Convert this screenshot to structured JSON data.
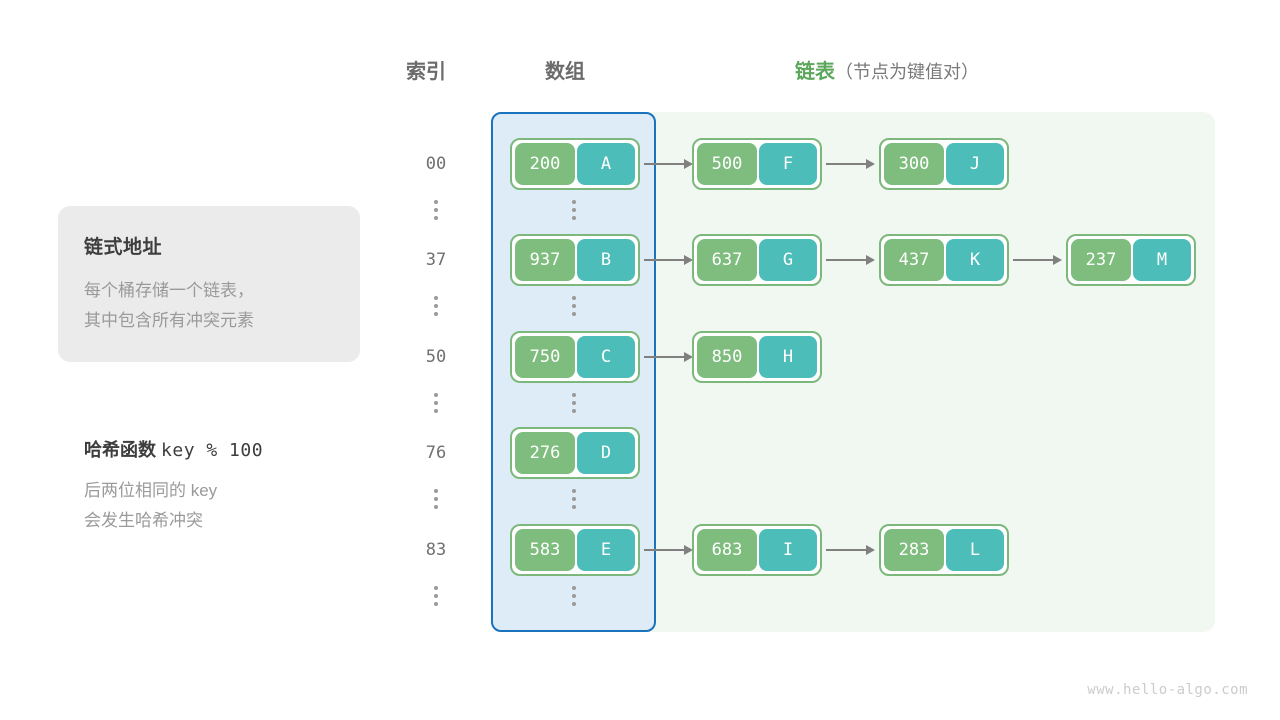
{
  "headers": {
    "index": "索引",
    "array": "数组",
    "list_main": "链表",
    "list_sub": "（节点为键值对）",
    "list_accent_color": "#5ca75c"
  },
  "info_card": {
    "title": "链式地址",
    "line1": "每个桶存储一个链表，",
    "line2": "其中包含所有冲突元素",
    "background_color": "#ebebeb"
  },
  "hash_block": {
    "title_label": "哈希函数",
    "title_expr": "key % 100",
    "line1": "后两位相同的  key",
    "line2": "会发生哈希冲突"
  },
  "regions": {
    "array_fill": "#deecf8",
    "array_border": "#1a74bd",
    "list_fill": "#f1f7f1",
    "node_border": "#7cb87c",
    "key_color": "#7ebd7e",
    "value_color": "#4cbdb9",
    "arrow_color": "#808080"
  },
  "rows": [
    {
      "index": "00",
      "nodes": [
        {
          "key": "200",
          "value": "A"
        },
        {
          "key": "500",
          "value": "F"
        },
        {
          "key": "300",
          "value": "J"
        }
      ]
    },
    {
      "index": "37",
      "nodes": [
        {
          "key": "937",
          "value": "B"
        },
        {
          "key": "637",
          "value": "G"
        },
        {
          "key": "437",
          "value": "K"
        },
        {
          "key": "237",
          "value": "M"
        }
      ]
    },
    {
      "index": "50",
      "nodes": [
        {
          "key": "750",
          "value": "C"
        },
        {
          "key": "850",
          "value": "H"
        }
      ]
    },
    {
      "index": "76",
      "nodes": [
        {
          "key": "276",
          "value": "D"
        }
      ]
    },
    {
      "index": "83",
      "nodes": [
        {
          "key": "583",
          "value": "E"
        },
        {
          "key": "683",
          "value": "I"
        },
        {
          "key": "283",
          "value": "L"
        }
      ]
    }
  ],
  "watermark": "www.hello-algo.com"
}
